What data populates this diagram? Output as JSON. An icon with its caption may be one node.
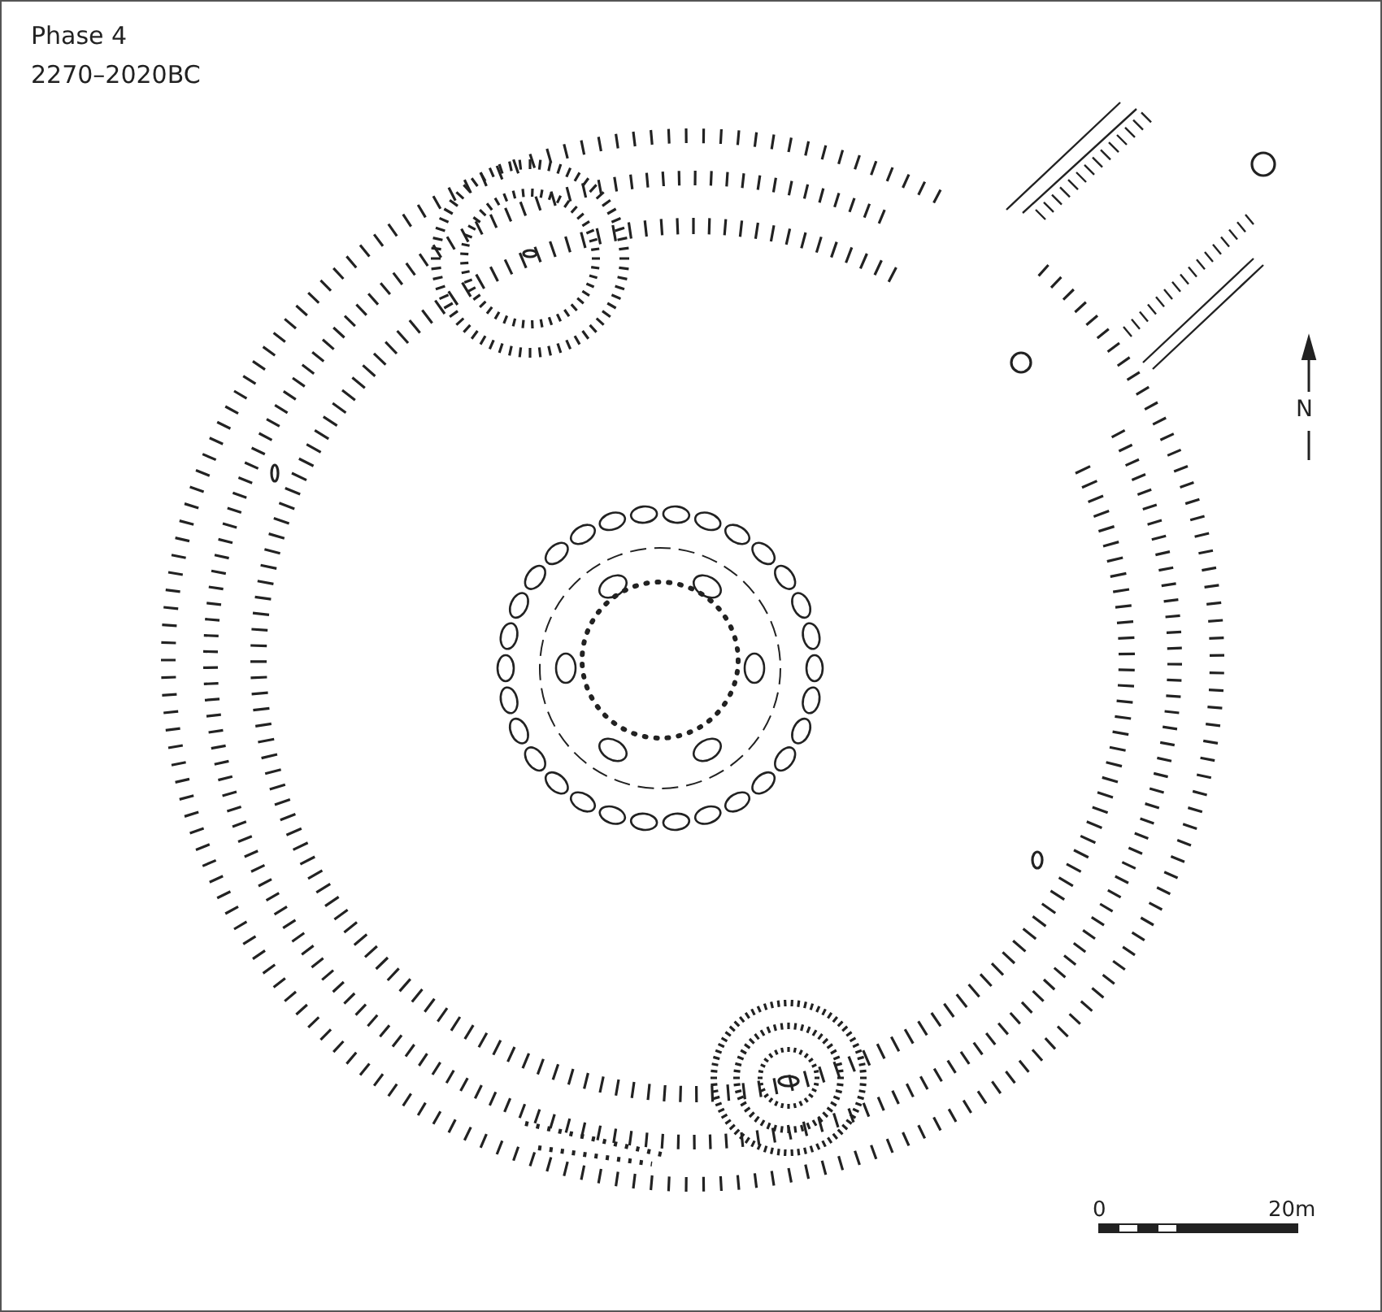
{
  "diagram": {
    "labels": [
      "Phase 4",
      "2270–2020BC",
      "N",
      "0",
      "20m"
    ]
  }
}
